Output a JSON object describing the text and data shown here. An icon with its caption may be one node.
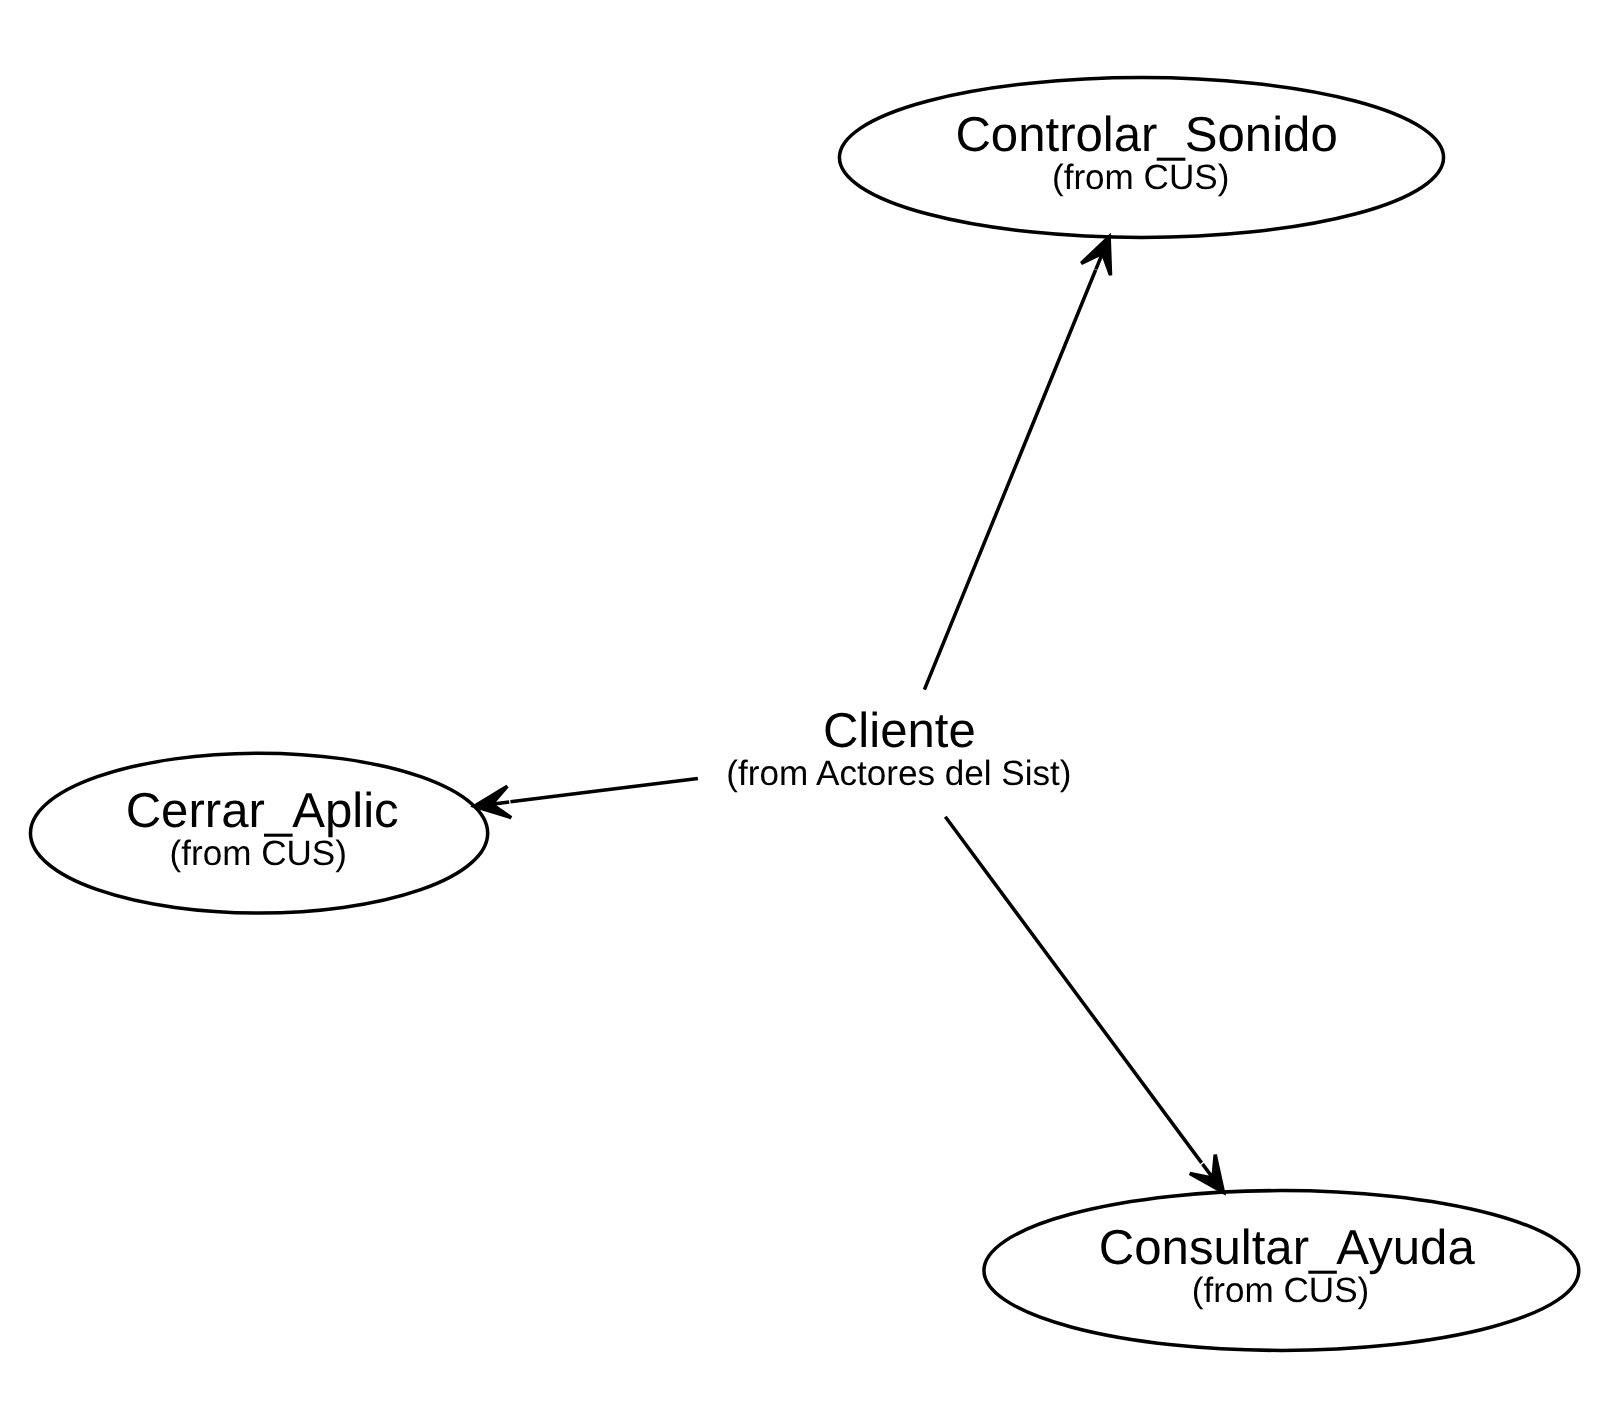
{
  "diagram": {
    "nodes": [
      {
        "text": [
          "Cerrar_Aplic",
          "(from CUS)"
        ]
      },
      {
        "text": [
          "Cliente",
          "(from Actores del Sist)"
        ]
      },
      {
        "text": [
          "Consultar_Ayuda",
          "(from CUS)"
        ]
      },
      {
        "text": [
          "Controlar_Sonido",
          "(from CUS)"
        ]
      }
    ],
    "edges": [
      {
        "from": 1,
        "to": 0,
        "arrow": "to"
      },
      {
        "from": 1,
        "to": 2,
        "arrow": "to"
      },
      {
        "from": 1,
        "to": 3,
        "arrow": "to"
      }
    ]
  }
}
